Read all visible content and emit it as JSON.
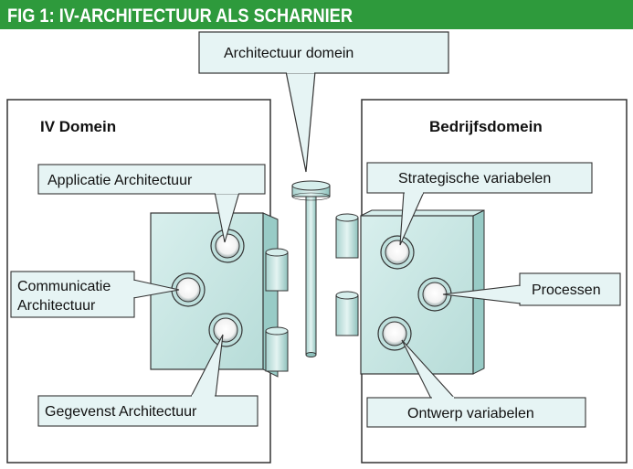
{
  "header": {
    "title": "FIG 1: IV-ARCHITECTUUR ALS SCHARNIER",
    "bg_color": "#2e9a3c"
  },
  "center": {
    "label": "Architectuur domein"
  },
  "left_domain": {
    "title": "IV Domein",
    "callouts": {
      "applicatie": "Applicatie Architectuur",
      "communicatie_line1": "Communicatie",
      "communicatie_line2": "Architectuur",
      "gegevens": "Gegevenst Architectuur"
    }
  },
  "right_domain": {
    "title": "Bedrijfsdomein",
    "callouts": {
      "strategische": "Strategische variabelen",
      "processen": "Processen",
      "ontwerp": "Ontwerp variabelen"
    }
  },
  "colors": {
    "hinge_face": "#c9e6e4",
    "hinge_side": "#9fcfcb",
    "callout_fill": "#e6f4f4",
    "outline": "#333333"
  }
}
